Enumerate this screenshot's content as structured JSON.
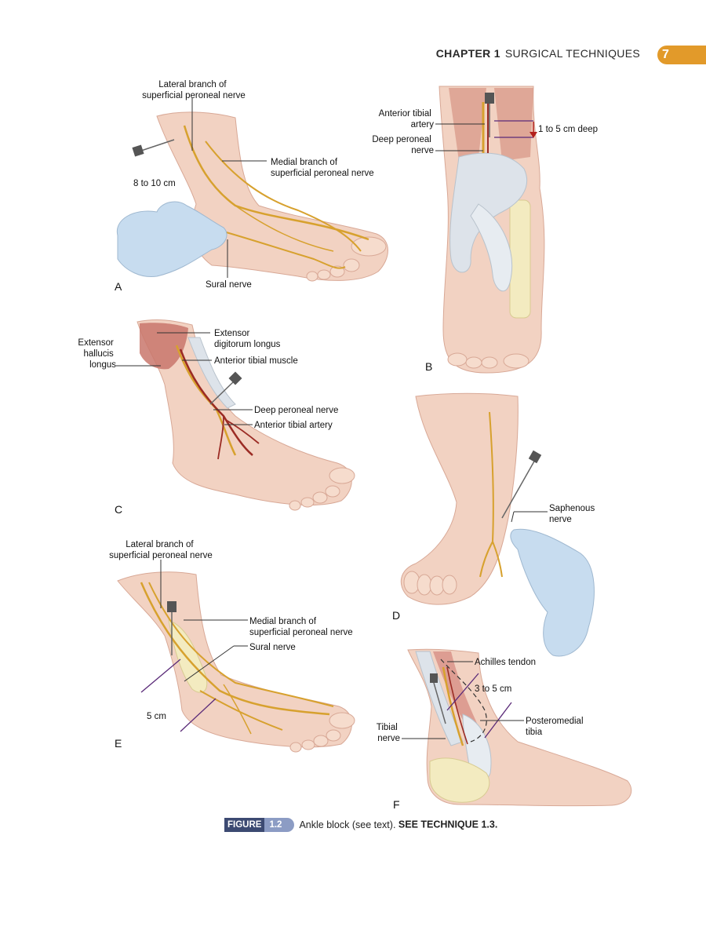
{
  "header": {
    "chapter": "CHAPTER 1",
    "section": "SURGICAL TECHNIQUES",
    "page_number": "7"
  },
  "panels": {
    "A": {
      "letter": "A",
      "labels": [
        {
          "lines": [
            "Lateral branch of",
            "superficial peroneal nerve"
          ]
        },
        {
          "lines": [
            "8 to 10 cm"
          ]
        },
        {
          "lines": [
            "Medial branch of",
            "superficial peroneal nerve"
          ]
        },
        {
          "lines": [
            "Sural nerve"
          ]
        }
      ]
    },
    "B": {
      "letter": "B",
      "labels": [
        {
          "lines": [
            "Anterior tibial",
            "artery"
          ]
        },
        {
          "lines": [
            "Deep peroneal",
            "nerve"
          ]
        },
        {
          "lines": [
            "1 to 5 cm deep"
          ]
        }
      ]
    },
    "C": {
      "letter": "C",
      "labels": [
        {
          "lines": [
            "Extensor",
            "hallucis",
            "longus"
          ]
        },
        {
          "lines": [
            "Extensor",
            "digitorum longus"
          ]
        },
        {
          "lines": [
            "Anterior tibial muscle"
          ]
        },
        {
          "lines": [
            "Deep peroneal nerve"
          ]
        },
        {
          "lines": [
            "Anterior tibial artery"
          ]
        }
      ]
    },
    "D": {
      "letter": "D",
      "labels": [
        {
          "lines": [
            "Saphenous",
            "nerve"
          ]
        }
      ]
    },
    "E": {
      "letter": "E",
      "labels": [
        {
          "lines": [
            "Lateral branch of",
            "superficial peroneal nerve"
          ]
        },
        {
          "lines": [
            "Medial branch of",
            "superficial peroneal nerve"
          ]
        },
        {
          "lines": [
            "Sural nerve"
          ]
        },
        {
          "lines": [
            "5 cm"
          ]
        }
      ]
    },
    "F": {
      "letter": "F",
      "labels": [
        {
          "lines": [
            "Achilles tendon"
          ]
        },
        {
          "lines": [
            "3 to 5 cm"
          ]
        },
        {
          "lines": [
            "Posteromedial",
            "tibia"
          ]
        },
        {
          "lines": [
            "Tibial",
            "nerve"
          ]
        }
      ]
    }
  },
  "caption": {
    "tag": "FIGURE",
    "number": "1.2",
    "text": "Ankle block (see text).",
    "ref": "SEE TECHNIQUE 1.3."
  },
  "colors": {
    "skin": "#f2d2c2",
    "skin_shade": "#e3b3a0",
    "nerve": "#d7a12e",
    "artery": "#9b2b24",
    "glove": "#c7dcef",
    "tendon": "#dde3ea",
    "bone": "#f3ebc0",
    "muscle": "#c9776c",
    "guide_line": "#5a2a78",
    "measure_arrow": "#b3201c",
    "accent": "#e29a2a"
  }
}
